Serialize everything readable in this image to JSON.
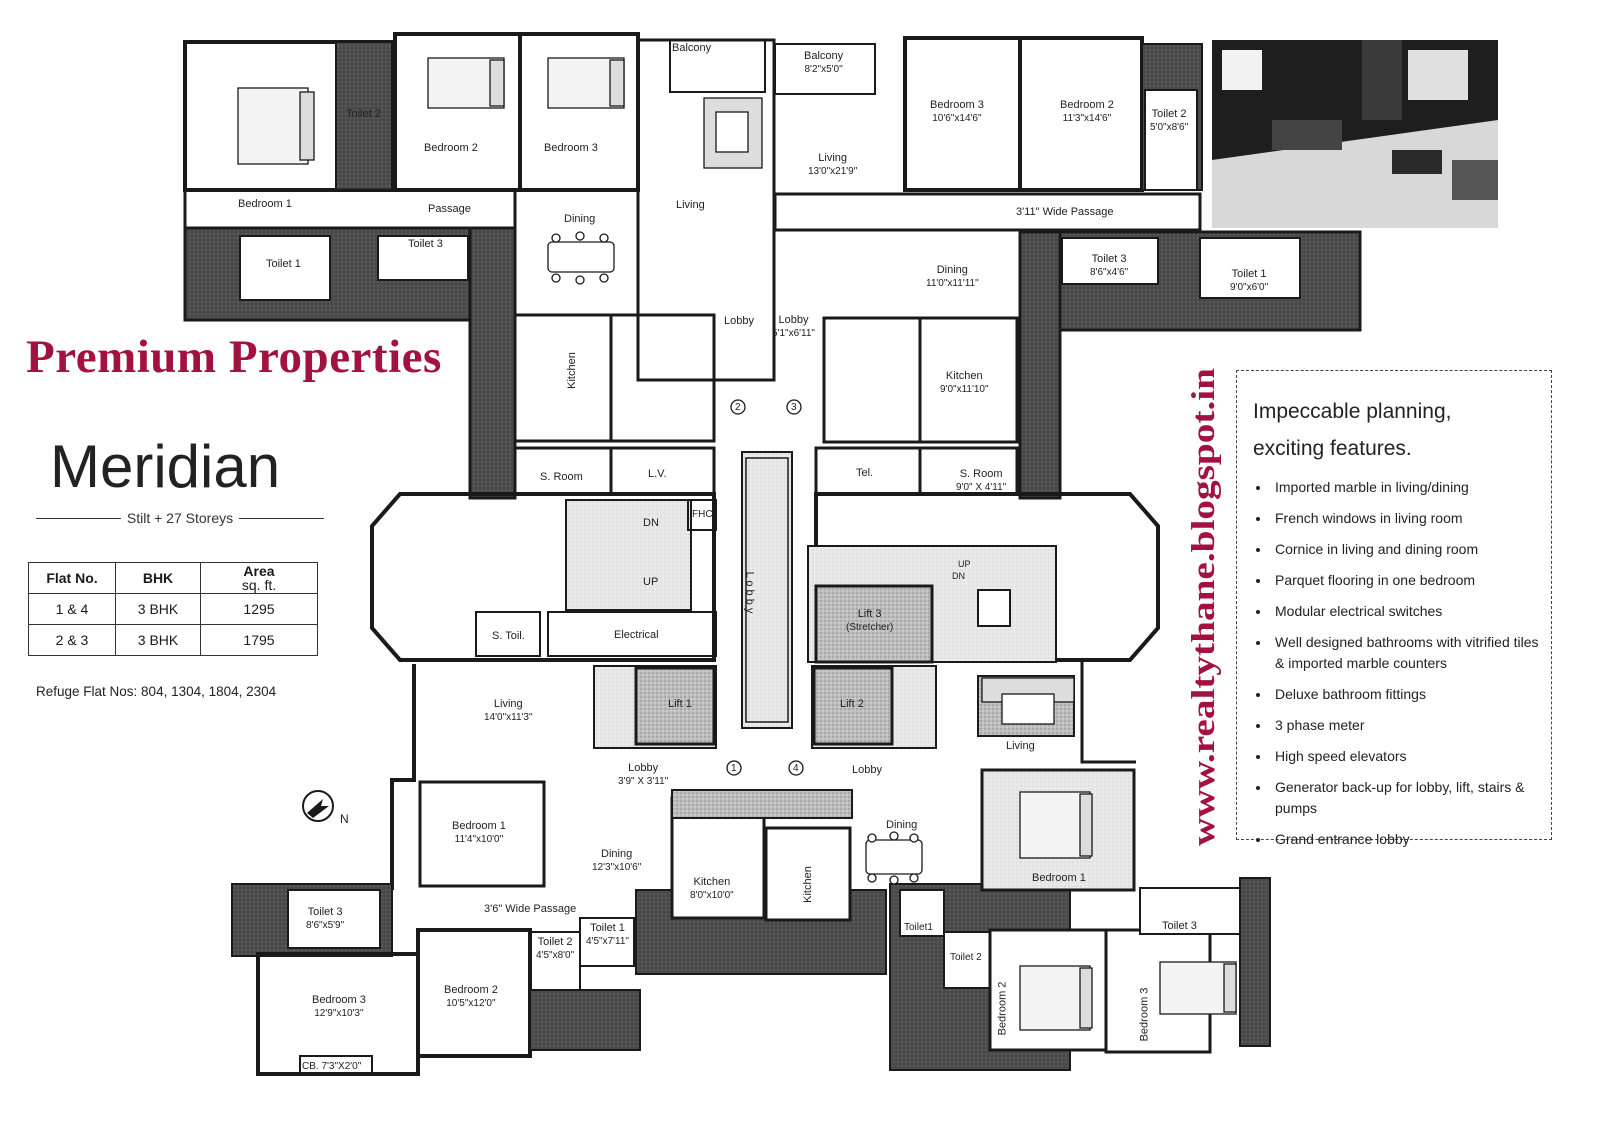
{
  "brand": "Premium Properties",
  "project": {
    "name": "Meridian",
    "subtitle": "Stilt + 27 Storeys"
  },
  "flat_table": {
    "headers": [
      "Flat No.",
      "BHK",
      "Area",
      "sq. ft."
    ],
    "rows": [
      {
        "flat": "1 & 4",
        "bhk": "3 BHK",
        "area": "1295"
      },
      {
        "flat": "2 & 3",
        "bhk": "3 BHK",
        "area": "1795"
      }
    ]
  },
  "refuge": "Refuge Flat Nos: 804, 1304, 1804, 2304",
  "website": "www.realtythane.blogspot.in",
  "features": {
    "heading_line1": "Impeccable planning,",
    "heading_line2": "exciting features.",
    "items": [
      "Imported marble in living/dining",
      "French windows in living room",
      "Cornice in living and dining room",
      "Parquet flooring in one bedroom",
      "Modular electrical switches",
      "Well designed bathrooms with vitrified tiles & imported marble counters",
      "Deluxe bathroom fittings",
      "3 phase meter",
      "High speed elevators",
      "Generator back-up for lobby, lift, stairs & pumps",
      "Grand entrance lobby"
    ]
  },
  "north_label": "N",
  "rooms": {
    "f1_bedroom1": "Bedroom 1",
    "f1_toilet2": "Toilet 2",
    "f1_bedroom2": "Bedroom 2",
    "f1_bedroom3": "Bedroom 3",
    "f1_balcony": "Balcony",
    "f1_passage": "Passage",
    "f1_dining": "Dining",
    "f1_living": "Living",
    "f1_toilet1": "Toilet 1",
    "f1_toilet3": "Toilet 3",
    "f1_lobby": "Lobby",
    "f1_kitchen": "Kitchen",
    "f1_sroom": "S. Room",
    "f1_lv": "L.V.",
    "f2_balcony": "Balcony",
    "f2_balcony_dim": "8'2\"x5'0\"",
    "f2_bedroom3": "Bedroom 3",
    "f2_bedroom3_dim": "10'6\"x14'6\"",
    "f2_bedroom2": "Bedroom 2",
    "f2_bedroom2_dim": "11'3\"x14'6\"",
    "f2_toilet2": "Toilet 2",
    "f2_toilet2_dim": "5'0\"x8'6\"",
    "f2_living": "Living",
    "f2_living_dim": "13'0\"x21'9\"",
    "f2_passage": "3'11\" Wide Passage",
    "f2_dining": "Dining",
    "f2_dining_dim": "11'0\"x11'11\"",
    "f2_toilet3": "Toilet 3",
    "f2_toilet3_dim": "8'6\"x4'6\"",
    "f2_toilet1": "Toilet 1",
    "f2_toilet1_dim": "9'0\"x6'0\"",
    "f2_lobby": "Lobby",
    "f2_lobby_dim": "5'1\"x6'11\"",
    "f2_kitchen": "Kitchen",
    "f2_kitchen_dim": "9'0\"x11'10\"",
    "f2_tel": "Tel.",
    "f2_sroom": "S. Room",
    "f2_sroom_dim": "9'0\" X 4'11\"",
    "core_dn": "DN",
    "core_up": "UP",
    "core_fhc": "FHC",
    "core_stoil": "S. Toil.",
    "core_electrical": "Electrical",
    "core_lobby": "L o b b y",
    "core_lift1": "Lift 1",
    "core_lift2": "Lift 2",
    "core_lift3": "Lift 3",
    "core_lift3b": "(Stretcher)",
    "core_up2": "UP",
    "core_dn2": "DN",
    "door1": "1",
    "door2": "2",
    "door3": "3",
    "door4": "4",
    "f3_living": "Living",
    "f3_living_dim": "14'0\"x11'3\"",
    "f3_lobby": "Lobby",
    "f3_lobby_dim": "3'9\" X 3'11\"",
    "f3_bedroom1": "Bedroom 1",
    "f3_bedroom1_dim": "11'4\"x10'0\"",
    "f3_dining": "Dining",
    "f3_dining_dim": "12'3\"x10'6\"",
    "f3_toilet3": "Toilet 3",
    "f3_toilet3_dim": "8'6\"x5'9\"",
    "f3_passage": "3'6\" Wide Passage",
    "f3_toilet2": "Toilet 2",
    "f3_toilet2_dim": "4'5\"x8'0\"",
    "f3_toilet1": "Toilet 1",
    "f3_toilet1_dim": "4'5\"x7'11\"",
    "f3_kitchen": "Kitchen",
    "f3_kitchen_dim": "8'0\"x10'0\"",
    "f3_bedroom3": "Bedroom 3",
    "f3_bedroom3_dim": "12'9\"x10'3\"",
    "f3_bedroom2": "Bedroom 2",
    "f3_bedroom2_dim": "10'5\"x12'0\"",
    "f3_cb": "CB. 7'3\"X2'0\"",
    "f4_living": "Living",
    "f4_lobby": "Lobby",
    "f4_dining": "Dining",
    "f4_kitchen": "Kitchen",
    "f4_bedroom1": "Bedroom 1",
    "f4_toilet1": "Toilet1",
    "f4_toilet2": "Toilet 2",
    "f4_toilet3": "Toilet 3",
    "f4_bedroom2": "Bedroom 2",
    "f4_bedroom3": "Bedroom 3"
  },
  "colors": {
    "brand": "#a3123f",
    "url": "#a3123f",
    "wall": "#1a1a1a",
    "shade": "#555555"
  }
}
